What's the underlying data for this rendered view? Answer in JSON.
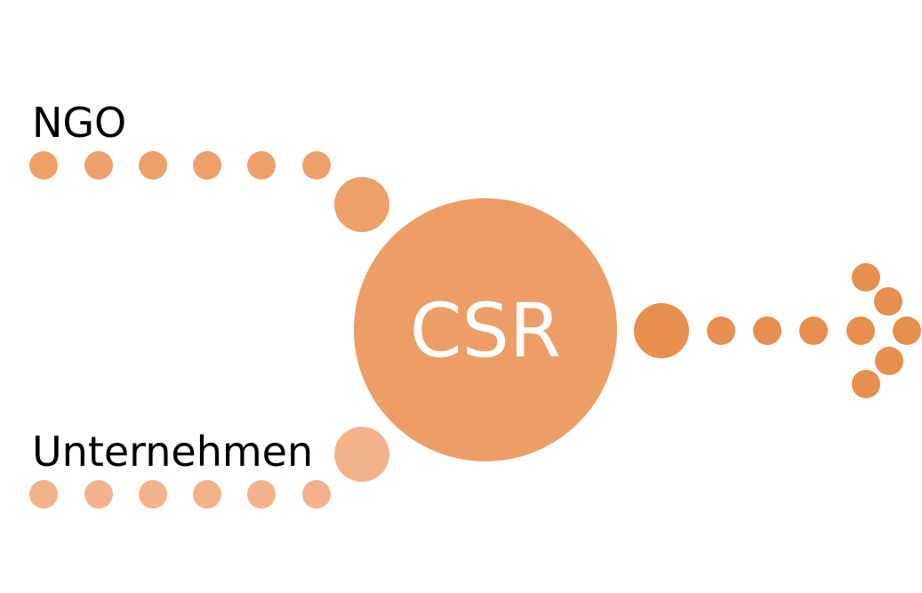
{
  "labels": {
    "top": "NGO",
    "bottom": "Unternehmen",
    "center": "CSR"
  },
  "colors": {
    "top_dots": "#EDA06A",
    "bottom_dots": "#F4B28B",
    "center": "#ED9E66",
    "arrow": "#E68F4E",
    "text": "#000000",
    "center_text": "#FFFFFF"
  }
}
